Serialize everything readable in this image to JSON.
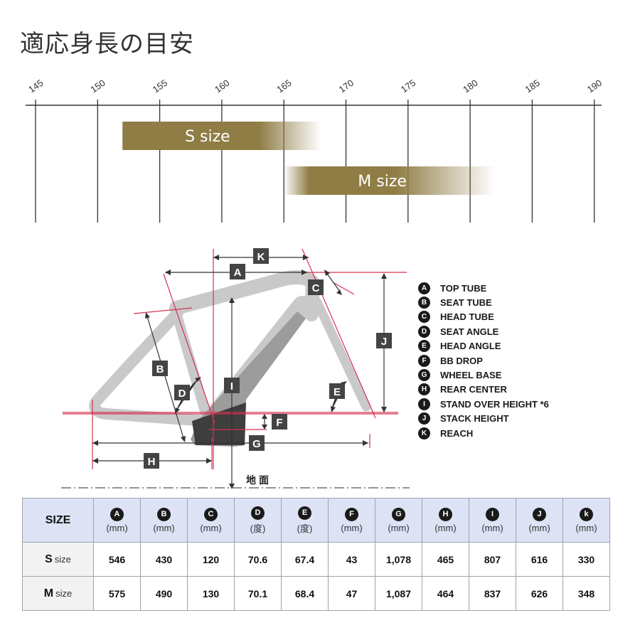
{
  "title": "適応身長の目安",
  "height_scale": {
    "ticks": [
      "145",
      "150",
      "155",
      "160",
      "165",
      "170",
      "175",
      "180",
      "185",
      "190"
    ],
    "bands": [
      {
        "label": "S size",
        "from": 152,
        "to": 168,
        "fade_start": 163
      },
      {
        "label": "M size",
        "from": 165,
        "to": 182,
        "fade_start": 174
      }
    ],
    "band_color": "#8f7d45"
  },
  "diagram": {
    "letters": [
      "A",
      "B",
      "C",
      "D",
      "E",
      "F",
      "G",
      "H",
      "I",
      "J",
      "K"
    ],
    "ground_label": "地面",
    "accent_color": "#d63250"
  },
  "legend": [
    {
      "key": "A",
      "label": "TOP TUBE"
    },
    {
      "key": "B",
      "label": "SEAT TUBE"
    },
    {
      "key": "C",
      "label": "HEAD TUBE"
    },
    {
      "key": "D",
      "label": "SEAT ANGLE"
    },
    {
      "key": "E",
      "label": "HEAD ANGLE"
    },
    {
      "key": "F",
      "label": "BB DROP"
    },
    {
      "key": "G",
      "label": "WHEEL BASE"
    },
    {
      "key": "H",
      "label": "REAR CENTER"
    },
    {
      "key": "I",
      "label": "STAND OVER HEIGHT *6"
    },
    {
      "key": "J",
      "label": "STACK HEIGHT"
    },
    {
      "key": "K",
      "label": "REACH"
    }
  ],
  "table": {
    "size_header": "SIZE",
    "columns": [
      {
        "key": "A",
        "unit": "(mm)"
      },
      {
        "key": "B",
        "unit": "(mm)"
      },
      {
        "key": "C",
        "unit": "(mm)"
      },
      {
        "key": "D",
        "unit": "(度)"
      },
      {
        "key": "E",
        "unit": "(度)"
      },
      {
        "key": "F",
        "unit": "(mm)"
      },
      {
        "key": "G",
        "unit": "(mm)"
      },
      {
        "key": "H",
        "unit": "(mm)"
      },
      {
        "key": "I",
        "unit": "(mm)"
      },
      {
        "key": "J",
        "unit": "(mm)"
      },
      {
        "key": "k",
        "unit": "(mm)"
      }
    ],
    "rows": [
      {
        "size": "S",
        "suffix": "size",
        "values": [
          "546",
          "430",
          "120",
          "70.6",
          "67.4",
          "43",
          "1,078",
          "465",
          "807",
          "616",
          "330"
        ]
      },
      {
        "size": "M",
        "suffix": "size",
        "values": [
          "575",
          "490",
          "130",
          "70.1",
          "68.4",
          "47",
          "1,087",
          "464",
          "837",
          "626",
          "348"
        ]
      }
    ]
  }
}
